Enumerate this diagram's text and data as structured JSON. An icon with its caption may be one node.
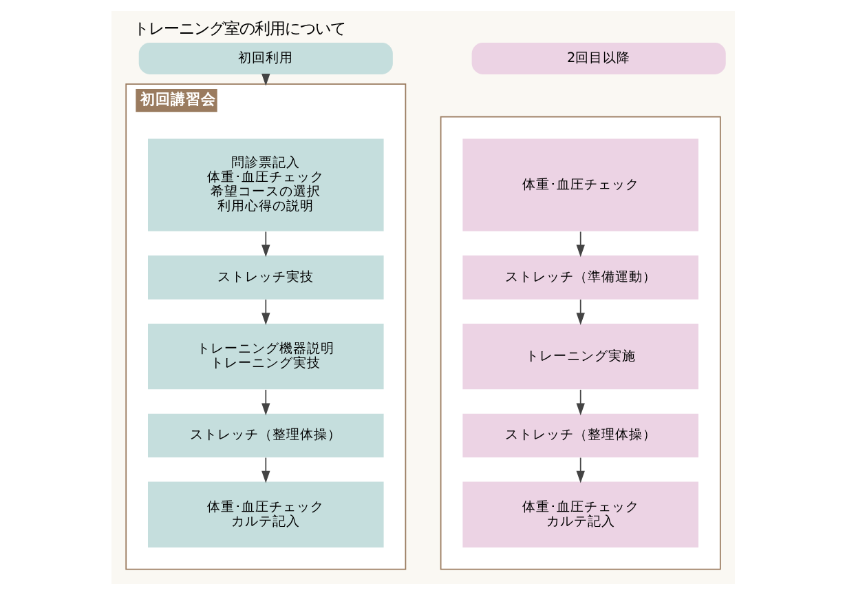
{
  "diagram": {
    "title": "トレーニング室の利用について",
    "nodes": [
      {
        "text": [
          "初回利用"
        ]
      },
      {
        "text": [
          "初回講習会"
        ]
      },
      {
        "text": [
          "問診票記入",
          "体重･血圧チェック",
          "希望コースの選択",
          "利用心得の説明"
        ],
        "in": 1
      },
      {
        "text": [
          "ストレッチ実技"
        ],
        "in": 1
      },
      {
        "text": [
          "トレーニング機器説明",
          "トレーニング実技"
        ],
        "in": 1
      },
      {
        "text": [
          "ストレッチ（整理体操）"
        ],
        "in": 1
      },
      {
        "text": [
          "体重･血圧チェック",
          "カルテ記入"
        ],
        "in": 1
      },
      {
        "text": [
          "2回目以降"
        ]
      },
      {
        "text": [],
        "shape": "box"
      },
      {
        "text": [
          "体重･血圧チェック"
        ],
        "in": 8
      },
      {
        "text": [
          "ストレッチ（準備運動）"
        ],
        "in": 8
      },
      {
        "text": [
          "トレーニング実施"
        ],
        "in": 8
      },
      {
        "text": [
          "ストレッチ（整理体操）"
        ],
        "in": 8
      },
      {
        "text": [
          "体重･血圧チェック",
          "カルテ記入"
        ],
        "in": 8
      }
    ],
    "edges": [
      {
        "from": 0,
        "to": 1,
        "arrow": "to"
      },
      {
        "from": 2,
        "to": 3,
        "arrow": "to"
      },
      {
        "from": 3,
        "to": 4,
        "arrow": "to"
      },
      {
        "from": 4,
        "to": 5,
        "arrow": "to"
      },
      {
        "from": 5,
        "to": 6,
        "arrow": "to"
      },
      {
        "from": 9,
        "to": 10,
        "arrow": "to"
      },
      {
        "from": 10,
        "to": 11,
        "arrow": "to"
      },
      {
        "from": 11,
        "to": 12,
        "arrow": "to"
      },
      {
        "from": 12,
        "to": 13,
        "arrow": "to"
      }
    ]
  }
}
